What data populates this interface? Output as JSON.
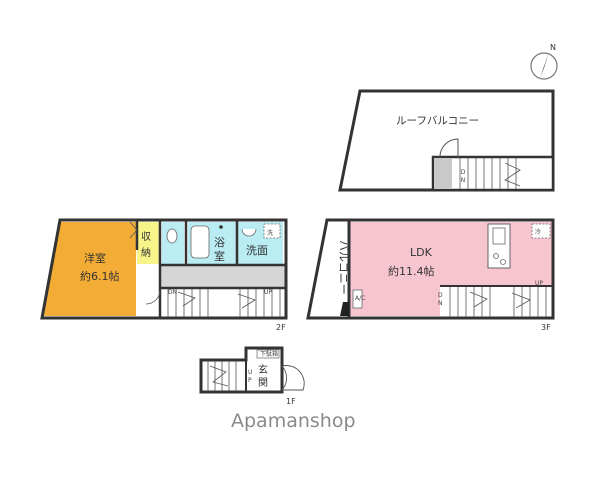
{
  "compass": {
    "north_label": "N"
  },
  "floors": {
    "f1": {
      "floor_label": "1F",
      "entrance_label": "玄関",
      "shoe_box_label": "下駄箱",
      "stair_label": "UP"
    },
    "f2": {
      "floor_label": "2F",
      "bedroom_name": "洋室",
      "bedroom_size": "約6.1帖",
      "storage_label": "収納",
      "bath_label": "浴室",
      "washroom_label": "洗面",
      "laundry_label": "洗",
      "stair_down_label": "DN",
      "stair_up_label": "UP"
    },
    "f3": {
      "floor_label": "3F",
      "ldk_name": "LDK",
      "ldk_size": "約11.4帖",
      "balcony_label": "バルコニー",
      "fridge_label": "冷",
      "ac_label": "A/C",
      "stair_down_label": "DN",
      "stair_up_label": "UP"
    },
    "roof": {
      "roof_balcony_label": "ルーフバルコニー",
      "stair_label": "DN"
    }
  },
  "colors": {
    "bedroom": "#f3ad36",
    "storage": "#f7f58a",
    "bath": "#b9ecf3",
    "ldk": "#f7c5cf",
    "hall": "#d6d6d6",
    "roof_stair": "#c9c9c9"
  },
  "watermark": "Apamanshop"
}
